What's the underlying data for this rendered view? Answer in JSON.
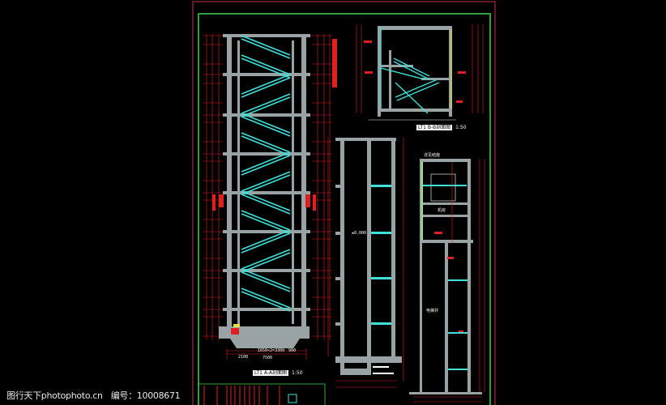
{
  "watermark": {
    "site": "图行天下photophoto.cn",
    "id_label": "编号：",
    "id_value": "10008671"
  },
  "colors": {
    "background": "#000000",
    "outer_frame": "#b03030",
    "inner_frame": "#3cc84a",
    "wall_fill": "#9aa3a3",
    "stair": "#3fe0d8",
    "dimension": "#e02020",
    "text": "#ffffff",
    "accent_yellow": "#e8e040"
  },
  "drawings": [
    {
      "id": "stair-section-main",
      "title": "LT1 A-A剖面图",
      "scale": "1:50"
    },
    {
      "id": "stair-section-small",
      "title": "LT1 B-B剖面图",
      "scale": "1:50"
    },
    {
      "id": "elevator-shaft-section",
      "title": "",
      "scale": ""
    },
    {
      "id": "elevator-machine-section",
      "title": "",
      "scale": ""
    }
  ],
  "labels": {
    "main_bottom_dim_left": "2100",
    "main_bottom_dim_mid": "1650×2=3300",
    "main_bottom_dim_right": "900",
    "main_bottom_total": "7500",
    "shaft_center": "±0.000",
    "machine_center": "电梯井",
    "machine_upper": "机房",
    "machine_top_note": "详见结施"
  },
  "title_block": {
    "present": true
  }
}
